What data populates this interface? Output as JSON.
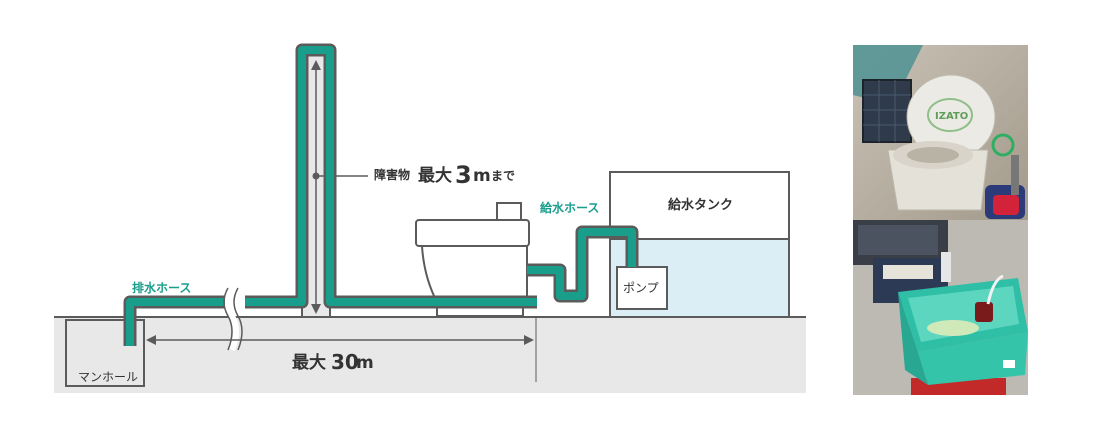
{
  "labels": {
    "obstacle_prefix": "障害物",
    "obstacle_main": "最大",
    "obstacle_value": "3",
    "obstacle_unit": "m",
    "obstacle_suffix": "まで",
    "supply_hose": "給水ホース",
    "drain_hose": "排水ホース",
    "supply_tank": "給水タンク",
    "pump": "ポンプ",
    "manhole": "マンホール",
    "distance_main": "最大",
    "distance_value": "30",
    "distance_unit": "m"
  },
  "photos": {
    "top_logo": "IZATO"
  },
  "colors": {
    "hose": "#1a9e8c",
    "outline": "#5b5b5b",
    "ground": "#e8e8e8",
    "water": "#dceef5",
    "label_accent": "#1a9e8c",
    "text": "#333333"
  }
}
